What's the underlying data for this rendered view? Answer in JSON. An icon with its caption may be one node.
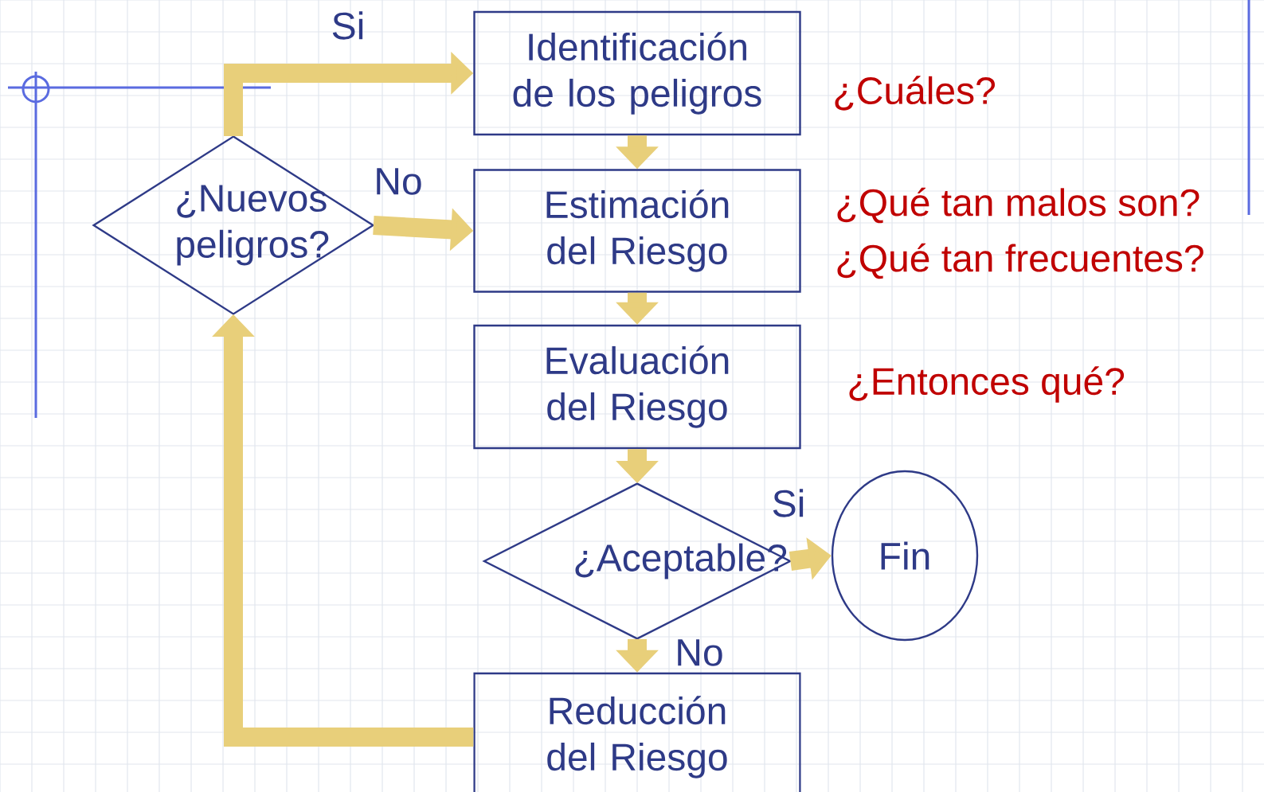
{
  "diagram": {
    "nodes": [
      {
        "text": [
          "Identificación de los peligros"
        ],
        "beside": [
          "¿Cuáles?"
        ]
      },
      {
        "text": [
          "Estimación del Riesgo"
        ],
        "beside": [
          "¿Qué tan malos son?",
          "¿Qué tan frecuentes?"
        ]
      },
      {
        "text": [
          "Evaluación del Riesgo"
        ],
        "beside": [
          "¿Entonces qué?"
        ]
      },
      {
        "text": [
          "¿Aceptable?"
        ]
      },
      {
        "text": [
          "Fin"
        ]
      },
      {
        "text": [
          "Reducción del Riesgo"
        ]
      },
      {
        "text": [
          "¿Nuevos peligros?"
        ]
      }
    ],
    "edges": [
      {
        "from": 0,
        "to": 1,
        "arrow": "to"
      },
      {
        "from": 1,
        "to": 2,
        "arrow": "to"
      },
      {
        "from": 2,
        "to": 3,
        "arrow": "to"
      },
      {
        "from": 3,
        "to": 4,
        "arrow": "to",
        "label": "Si"
      },
      {
        "from": 3,
        "to": 5,
        "arrow": "to",
        "label": "No"
      },
      {
        "from": 5,
        "to": 6,
        "arrow": "to"
      },
      {
        "from": 6,
        "to": 0,
        "arrow": "to",
        "label": "Si"
      },
      {
        "from": 6,
        "to": 1,
        "arrow": "to",
        "label": "No"
      }
    ]
  }
}
